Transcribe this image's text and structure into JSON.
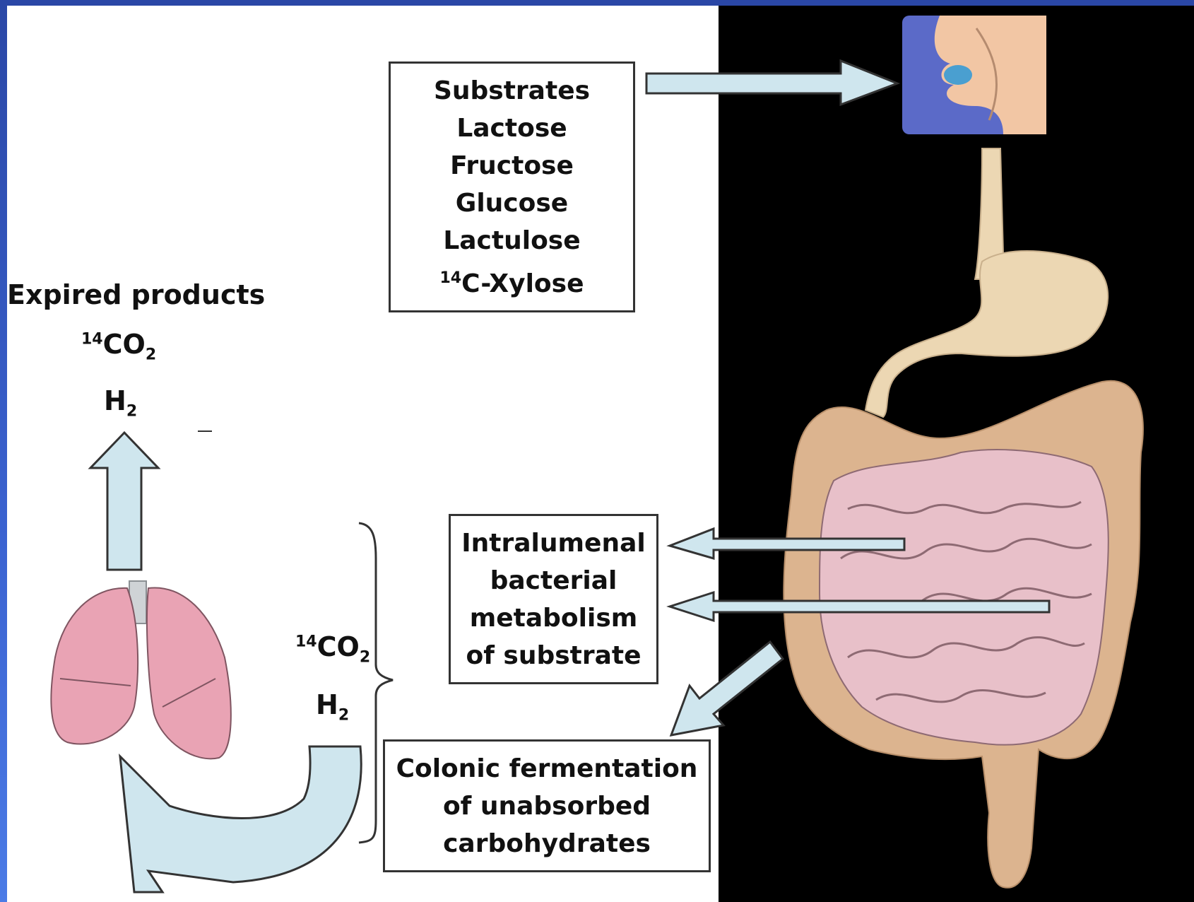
{
  "substrates": {
    "heading": "Substrates",
    "items": [
      "Lactose",
      "Fructose",
      "Glucose",
      "Lactulose"
    ],
    "xylose_iso": "14",
    "xylose_rest": "C-Xylose"
  },
  "expired": {
    "heading": "Expired products",
    "co2_iso": "14",
    "co2_main": "CO",
    "co2_sub": "2",
    "h2_main": "H",
    "h2_sub": "2"
  },
  "breath": {
    "co2_iso": "14",
    "co2_main": "CO",
    "co2_sub": "2",
    "h2_main": "H",
    "h2_sub": "2"
  },
  "intralumenal": {
    "lines": [
      "Intralumenal",
      "bacterial",
      "metabolism",
      "of substrate"
    ]
  },
  "colonic": {
    "lines": [
      "Colonic fermentation",
      "of unabsorbed",
      "carbohydrates"
    ]
  },
  "colors": {
    "background": "#3b63d1",
    "arrow_fill": "#cfe6ee",
    "lung": "#e9a3b4",
    "intestine": "#e8c0c9",
    "colon": "#dcb48f",
    "esophagus": "#ecd7b3"
  }
}
